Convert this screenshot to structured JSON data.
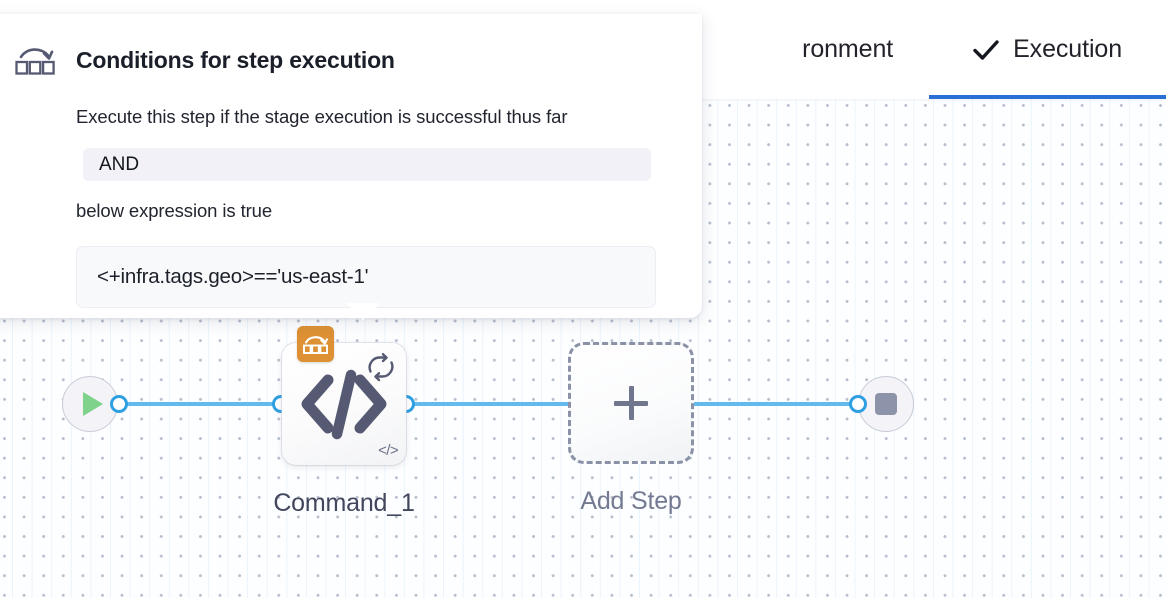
{
  "header": {
    "tabs": [
      {
        "label": "ronment",
        "icon": "none",
        "active": false,
        "partial": true
      },
      {
        "label": "Execution",
        "icon": "check-icon",
        "active": true,
        "partial": false
      }
    ]
  },
  "popover": {
    "icon": "conditional-execution-icon",
    "title": "Conditions for step execution",
    "description": "Execute this step if the stage execution is successful thus far",
    "operator_value": "AND",
    "description2": "below expression is true",
    "expression_value": "<+infra.tags.geo>=='us-east-1'"
  },
  "canvas": {
    "start_node": {
      "name": "start-node",
      "icon": "play-icon"
    },
    "end_node": {
      "name": "end-node",
      "icon": "stop-icon"
    },
    "step_node": {
      "label": "Command_1",
      "main_icon": "code-icon",
      "retry_icon": "retry-loop-icon",
      "badge_icon": "conditional-execution-icon",
      "mini_icon": "code-icon"
    },
    "add_step": {
      "label": "Add Step",
      "icon": "plus-icon"
    }
  },
  "colors": {
    "accent_blue": "#2a6fd6",
    "connector_blue": "#62bbec",
    "port_blue": "#2e9fe0",
    "badge_orange": "#dd9134",
    "play_green": "#7ed28b",
    "stop_gray": "#8d93a8",
    "icon_slate": "#555a72"
  }
}
